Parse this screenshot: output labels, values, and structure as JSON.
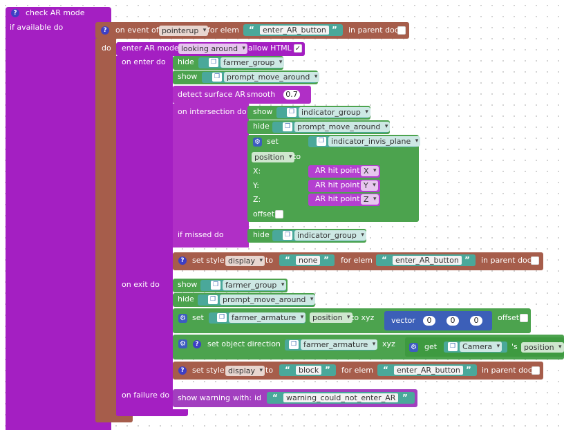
{
  "header": {
    "title": "check AR mode",
    "if_available": "if available do",
    "do": "do"
  },
  "event": {
    "on_event_of": "on event of",
    "event_name": "pointerup",
    "for_elem": "for elem",
    "elem": "enter_AR_button",
    "in_parent_doc": "in parent doc"
  },
  "ar_mode": {
    "label": "enter AR mode",
    "mode": "looking around",
    "allow_html": "allow HTML",
    "allow_html_checked": "✓"
  },
  "on_enter": {
    "label": "on enter do",
    "hide": "hide",
    "farmer_group": "farmer_group",
    "show": "show",
    "prompt_move_around": "prompt_move_around",
    "detect_surface": "detect surface AR",
    "smooth": "smooth",
    "smooth_value": "0.7",
    "on_intersection": "on intersection do",
    "int_show": "show",
    "indicator_group": "indicator_group",
    "int_hide": "hide",
    "prompt_move_around2": "prompt_move_around",
    "set": "set",
    "indicator_invis_plane": "indicator_invis_plane",
    "position": "position",
    "to": "to",
    "x_label": "X:",
    "y_label": "Y:",
    "z_label": "Z:",
    "ar_hit_point": "AR hit point",
    "x": "X",
    "y": "Y",
    "z": "Z",
    "offset": "offset",
    "if_missed": "if missed do",
    "missed_hide": "hide",
    "missed_indicator_group": "indicator_group",
    "set_style": "set style",
    "style_prop": "display",
    "style_to": "to",
    "style_value": "none",
    "for_elem": "for elem",
    "elem": "enter_AR_button",
    "in_parent_doc": "in parent doc"
  },
  "on_exit": {
    "label": "on exit do",
    "show": "show",
    "farmer_group": "farmer_group",
    "hide": "hide",
    "prompt_move_around": "prompt_move_around",
    "set": "set",
    "farmer_armature": "farmer_armature",
    "position": "position",
    "to_xyz": "to xyz",
    "vector": "vector",
    "v0": "0",
    "v1": "0",
    "v2": "0",
    "offset": "offset",
    "set_obj_dir": "set object direction",
    "farmer_armature2": "farmer_armature",
    "xyz": "xyz",
    "get": "get",
    "camera": "Camera",
    "s": "'s",
    "cam_position": "position",
    "set_style": "set style",
    "style_prop": "display",
    "style_to": "to",
    "style_value": "block",
    "for_elem": "for elem",
    "elem": "enter_AR_button",
    "in_parent_doc": "in parent doc"
  },
  "on_failure": {
    "label": "on failure do",
    "show_warning": "show warning",
    "with": "with:",
    "id": "id",
    "warning_id": "warning_could_not_enter_AR"
  },
  "icons": {
    "help": "?",
    "gear": "⚙",
    "quote_open": "“",
    "quote_close": "”",
    "object": "❒"
  },
  "colors": {
    "purple": "#a41fc2",
    "brown": "#a65d4b",
    "green": "#4ca34e",
    "teal": "#4aa89a",
    "blue": "#3c5fb8"
  }
}
